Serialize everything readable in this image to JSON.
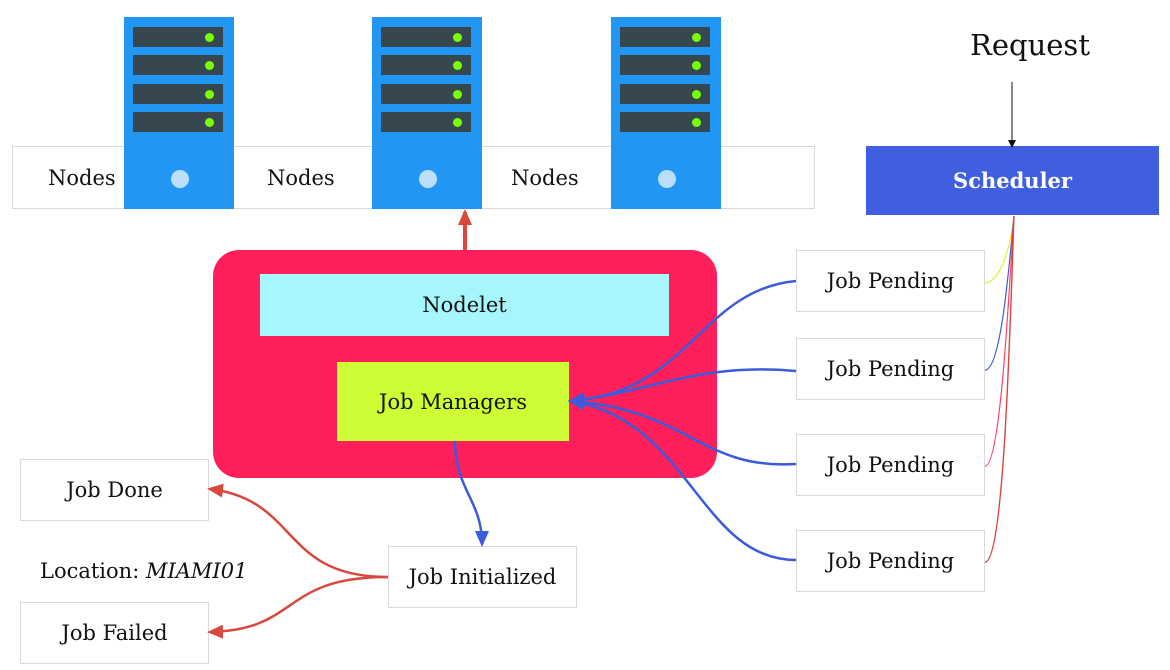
{
  "diagram": {
    "nodes_labels": [
      "Nodes",
      "Nodes",
      "Nodes"
    ],
    "scheduler": "Scheduler",
    "request": "Request",
    "nodelet": "Nodelet",
    "job_managers": "Job Managers",
    "pending_jobs": [
      "Job Pending",
      "Job Pending",
      "Job Pending",
      "Job Pending"
    ],
    "job_initialized": "Job Initialized",
    "job_done": "Job Done",
    "job_failed": "Job Failed",
    "location_label": "Location:",
    "location_value": "MIAMI01"
  },
  "colors": {
    "server": "#2196f3",
    "scheduler": "#3f5fe0",
    "container": "#ff1f5a",
    "nodelet": "#a6f6fb",
    "job_managers": "#cdfd34",
    "blue_arrow": "#3b5bdb",
    "red_arrow": "#d9473d"
  }
}
